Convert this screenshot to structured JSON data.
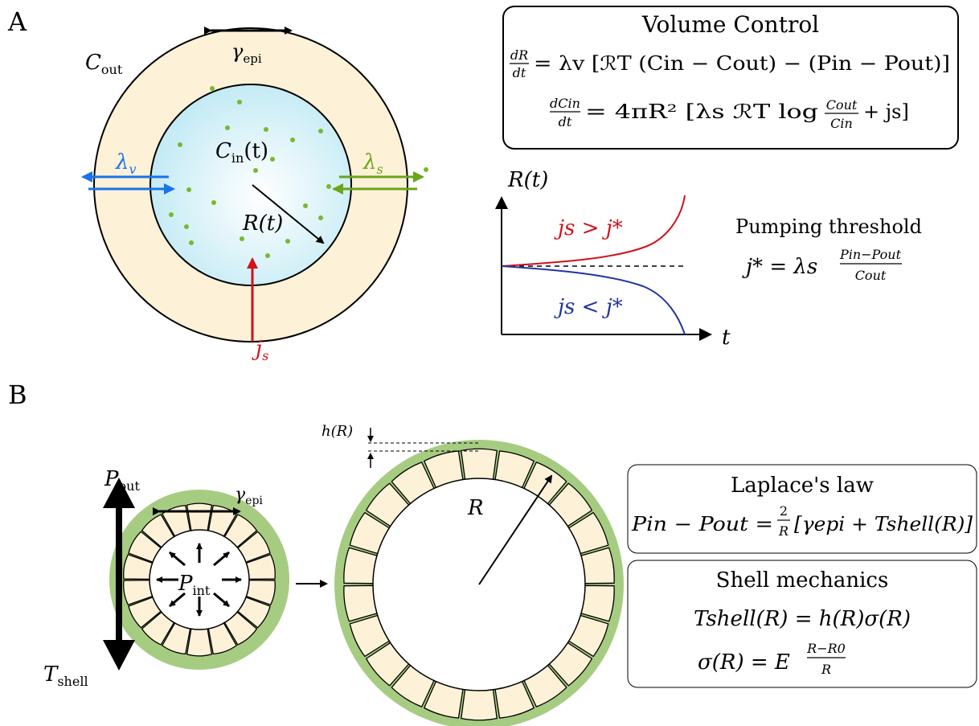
{
  "colors": {
    "cream": "#fdf1d8",
    "lumen_inner": "#ffffff",
    "lumen_outer": "#bfe9f4",
    "dots": "#78b832",
    "blue": "#1a73e8",
    "green": "#6aa51a",
    "red": "#d0121b",
    "shell_green": "#a6cc82",
    "cell_fill": "#fdf1d8",
    "curve_red": "#d0121b",
    "curve_blue": "#2233a0"
  },
  "panel_a": {
    "label": "A",
    "c_out": "C",
    "c_out_sub": "out",
    "gamma": "γ",
    "gamma_sub": "epi",
    "c_in": "C",
    "c_in_sub": "in",
    "c_in_arg": "(t)",
    "r_of_t": "R(t)",
    "lambda_v": "λ",
    "lambda_v_sub": "v",
    "lambda_s": "λ",
    "lambda_s_sub": "s",
    "j_s": "j",
    "j_s_sub": "s"
  },
  "volume_control": {
    "title": "Volume Control",
    "eq1_lhs_num": "dR",
    "eq1_lhs_den": "dt",
    "eq1_rhs": "= λv [ℛT (Cin − Cout) − (Pin − Pout)]",
    "eq2_lhs_num": "dCin",
    "eq2_lhs_den": "dt",
    "eq2_rhs_a": "= 4πR² [λs ℛT log",
    "eq2_frac_num": "Cout",
    "eq2_frac_den": "Cin",
    "eq2_rhs_b": "+ js]"
  },
  "plot": {
    "y_axis": "R(t)",
    "x_axis": "t",
    "upper_label": "js > j*",
    "lower_label": "js < j*",
    "threshold_title": "Pumping threshold",
    "threshold_lhs": "j* = λs",
    "threshold_num": "Pin−Pout",
    "threshold_den": "Cout"
  },
  "panel_b": {
    "label": "B",
    "p_out": "P",
    "p_out_sub": "out",
    "gamma": "γ",
    "gamma_sub": "epi",
    "p_int": "P",
    "p_int_sub": "int",
    "t_shell": "T",
    "t_shell_sub": "shell",
    "h_of_r": "h(R)",
    "r_label": "R"
  },
  "laplace": {
    "title": "Laplace's law",
    "eq_lhs": "Pin − Pout =",
    "eq_num": "2",
    "eq_den": "R",
    "eq_rhs": "[γepi + Tshell(R)]"
  },
  "shell": {
    "title": "Shell mechanics",
    "eq1": "Tshell(R) = h(R)σ(R)",
    "eq2_lhs": "σ(R) = E",
    "eq2_num": "R−R0",
    "eq2_den": "R"
  }
}
